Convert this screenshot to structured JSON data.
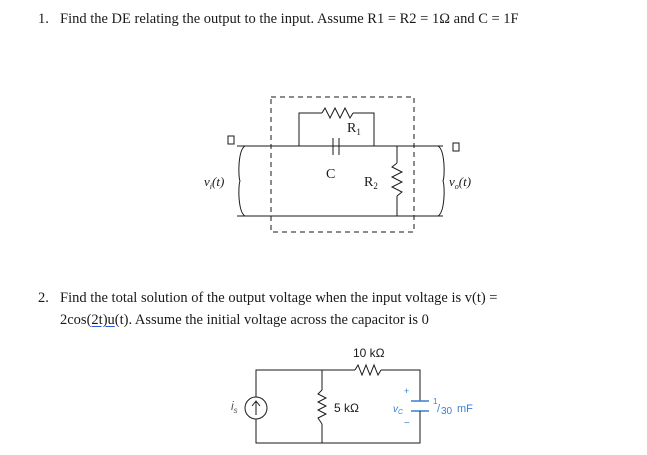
{
  "question1": {
    "number": "1.",
    "text": "Find the DE relating the output to the input. Assume R1 = R2 = 1Ω and C = 1F",
    "circuit": {
      "r1_label": "R",
      "r1_sub": "1",
      "r2_label": "R",
      "r2_sub": "2",
      "c_label": "C",
      "vi_label": "v",
      "vi_sub": "i",
      "vi_arg": "(t)",
      "vo_label": "v",
      "vo_sub": "o",
      "vo_arg": "(t)"
    }
  },
  "question2": {
    "number": "2.",
    "text_line1": "Find the total solution of the output voltage when the input voltage is v(t) =",
    "text_line2_a": "2cos(",
    "text_line2_u": "2t)u",
    "text_line2_b": "(t). Assume the initial voltage across the capacitor is 0",
    "circuit": {
      "r_top_label": "10 kΩ",
      "r_shunt_label": "5 kΩ",
      "source_label": "i",
      "source_sub": "s",
      "vc_label": "v",
      "vc_sub": "C",
      "plus_sign": "+",
      "minus_sign": "−",
      "cap_num": "1",
      "cap_den": "30",
      "cap_unit": "mF",
      "accent": "#3a7fd0"
    }
  }
}
